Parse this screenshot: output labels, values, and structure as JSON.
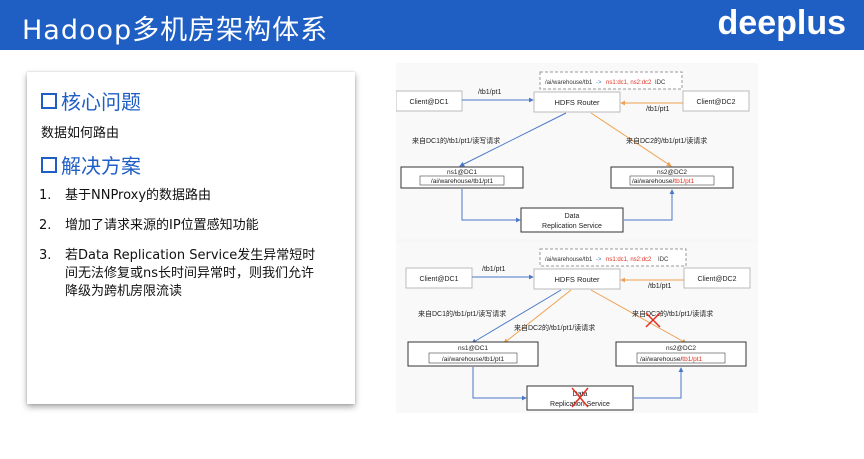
{
  "header": {
    "title": "Hadoop多机房架构体系",
    "logo": "deeplus"
  },
  "panel": {
    "core_heading": "核心问题",
    "core_text": "数据如何路由",
    "solution_heading": "解决方案",
    "items": [
      {
        "num": "1.",
        "text": "基于NNProxy的数据路由"
      },
      {
        "num": "2.",
        "text": "增加了请求来源的IP位置感知功能"
      },
      {
        "num": "3.",
        "text": "若Data Replication Service发生异常短时间无法修复或ns长时间异常时，则我们允许降级为跨机房限流读"
      }
    ]
  },
  "diagram_top": {
    "mount_path": "/ai/warehouse/tb1",
    "mount_arrow": "->",
    "mount_targets": "ns1:dc1, ns2:dc2",
    "mount_tag": "IDC",
    "client1": "Client@DC1",
    "client2": "Client@DC2",
    "router": "HDFS Router",
    "path_left": "/tb1/pt1",
    "path_right": "/tb1/pt1",
    "req1": "来自DC1的/tb1/pt1/读写请求",
    "req2": "来自DC2的/tb1/pt1/读请求",
    "ns1": "ns1@DC1",
    "ns1_path": "/ai/warehouse/tb1/pt1",
    "ns2": "ns2@DC2",
    "ns2_path_a": "/ai/warehouse/",
    "ns2_path_b": "tb1/pt1",
    "drs1": "Data",
    "drs2": "Replication Service"
  },
  "diagram_bottom": {
    "mount_path": "/ai/warehouse/tb1",
    "mount_arrow": "->",
    "mount_targets": "ns1:dc1, ns2:dc2",
    "mount_tag": "IDC",
    "client1": "Client@DC1",
    "client2": "Client@DC2",
    "router": "HDFS Router",
    "path_left": "/tb1/pt1",
    "path_right": "/tb1/pt1",
    "req1": "来自DC1的/tb1/pt1/读写请求",
    "req_mid": "来自DC2的/tb1/pt1/读请求",
    "req2": "来自DC2的/tb1/pt1/读请求",
    "ns1": "ns1@DC1",
    "ns1_path": "/ai/warehouse/tb1/pt1",
    "ns2": "ns2@DC2",
    "ns2_path_a": "/ai/warehouse/",
    "ns2_path_b": "tb1/pt1",
    "drs1": "Data",
    "drs2": "Replication Service"
  },
  "colors": {
    "blue": "#1f5fc4",
    "arrow_blue": "#4a78c8",
    "arrow_orange": "#f0a050",
    "red": "#e03020"
  }
}
